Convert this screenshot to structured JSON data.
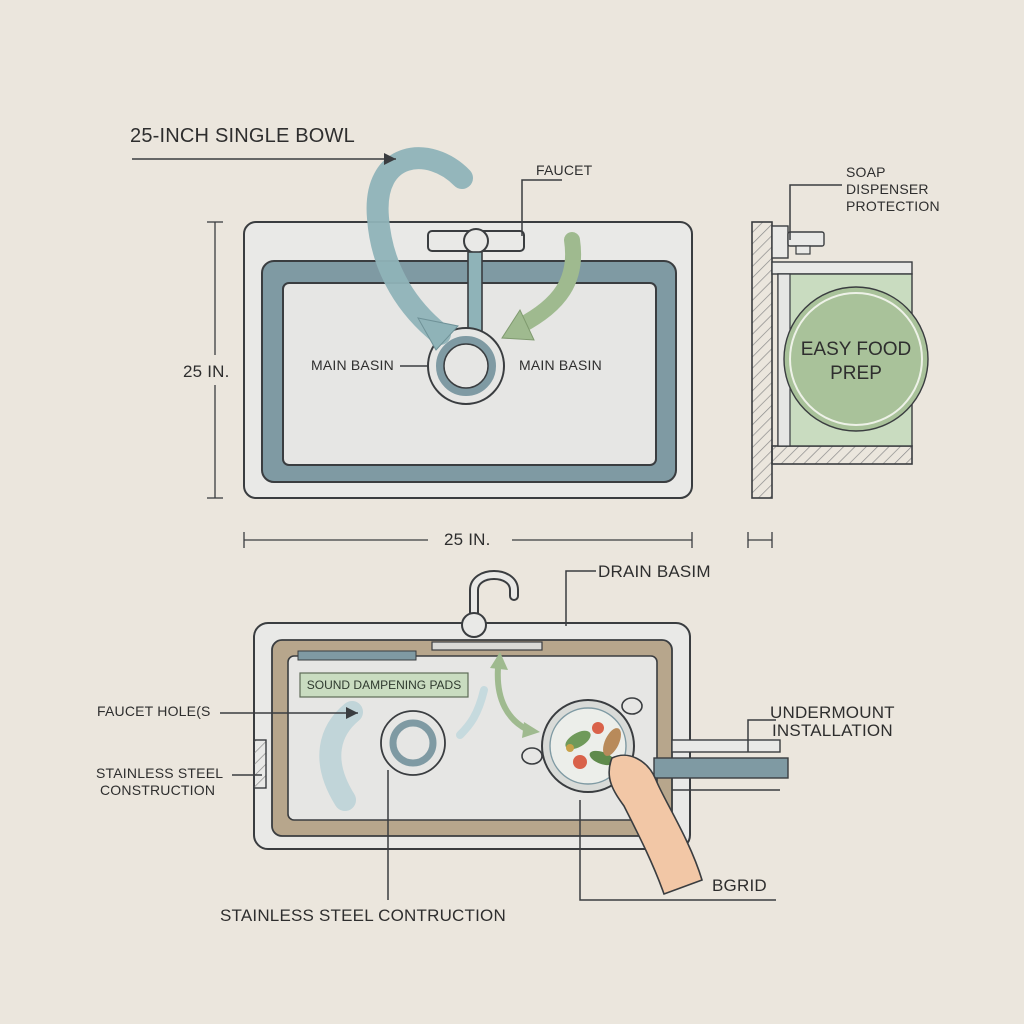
{
  "colors": {
    "background": "#ebe6dd",
    "outline": "#3a3d40",
    "basin_fill": "#e6e6e4",
    "basin_rim": "#7f9aa3",
    "tan_rim": "#b7a68c",
    "arrow_teal": "#8fb3b8",
    "arrow_green": "#9fba8f",
    "badge_green": "#a9c29a"
  },
  "labels": {
    "title": "25-INCH SINGLE BOWL",
    "faucet": "FAUCET",
    "soap": "SOAP",
    "dispenser": "DISPENSER",
    "protection": "PROTECTION",
    "height_dim": "25 IN.",
    "width_dim": "25 IN.",
    "main_basin_left": "MAIN BASIN",
    "main_basin_right": "MAIN BASIN",
    "easy_food_prep": "EASY FOOD PREP",
    "drain_basin": "DRAIN BASIM",
    "sound_pads": "SOUND DAMPENING PADS",
    "faucet_holes": "FAUCET HOLE(S",
    "stainless_1": "STAINLESS STEEL",
    "stainless_2": "CONSTRUCTION",
    "undermount_1": "UNDERMOUNT",
    "undermount_2": "INSTALLATION",
    "bgrid": "BGRID",
    "stainless_bottom": "STAINLESS STEEL CONTRUCTION"
  }
}
